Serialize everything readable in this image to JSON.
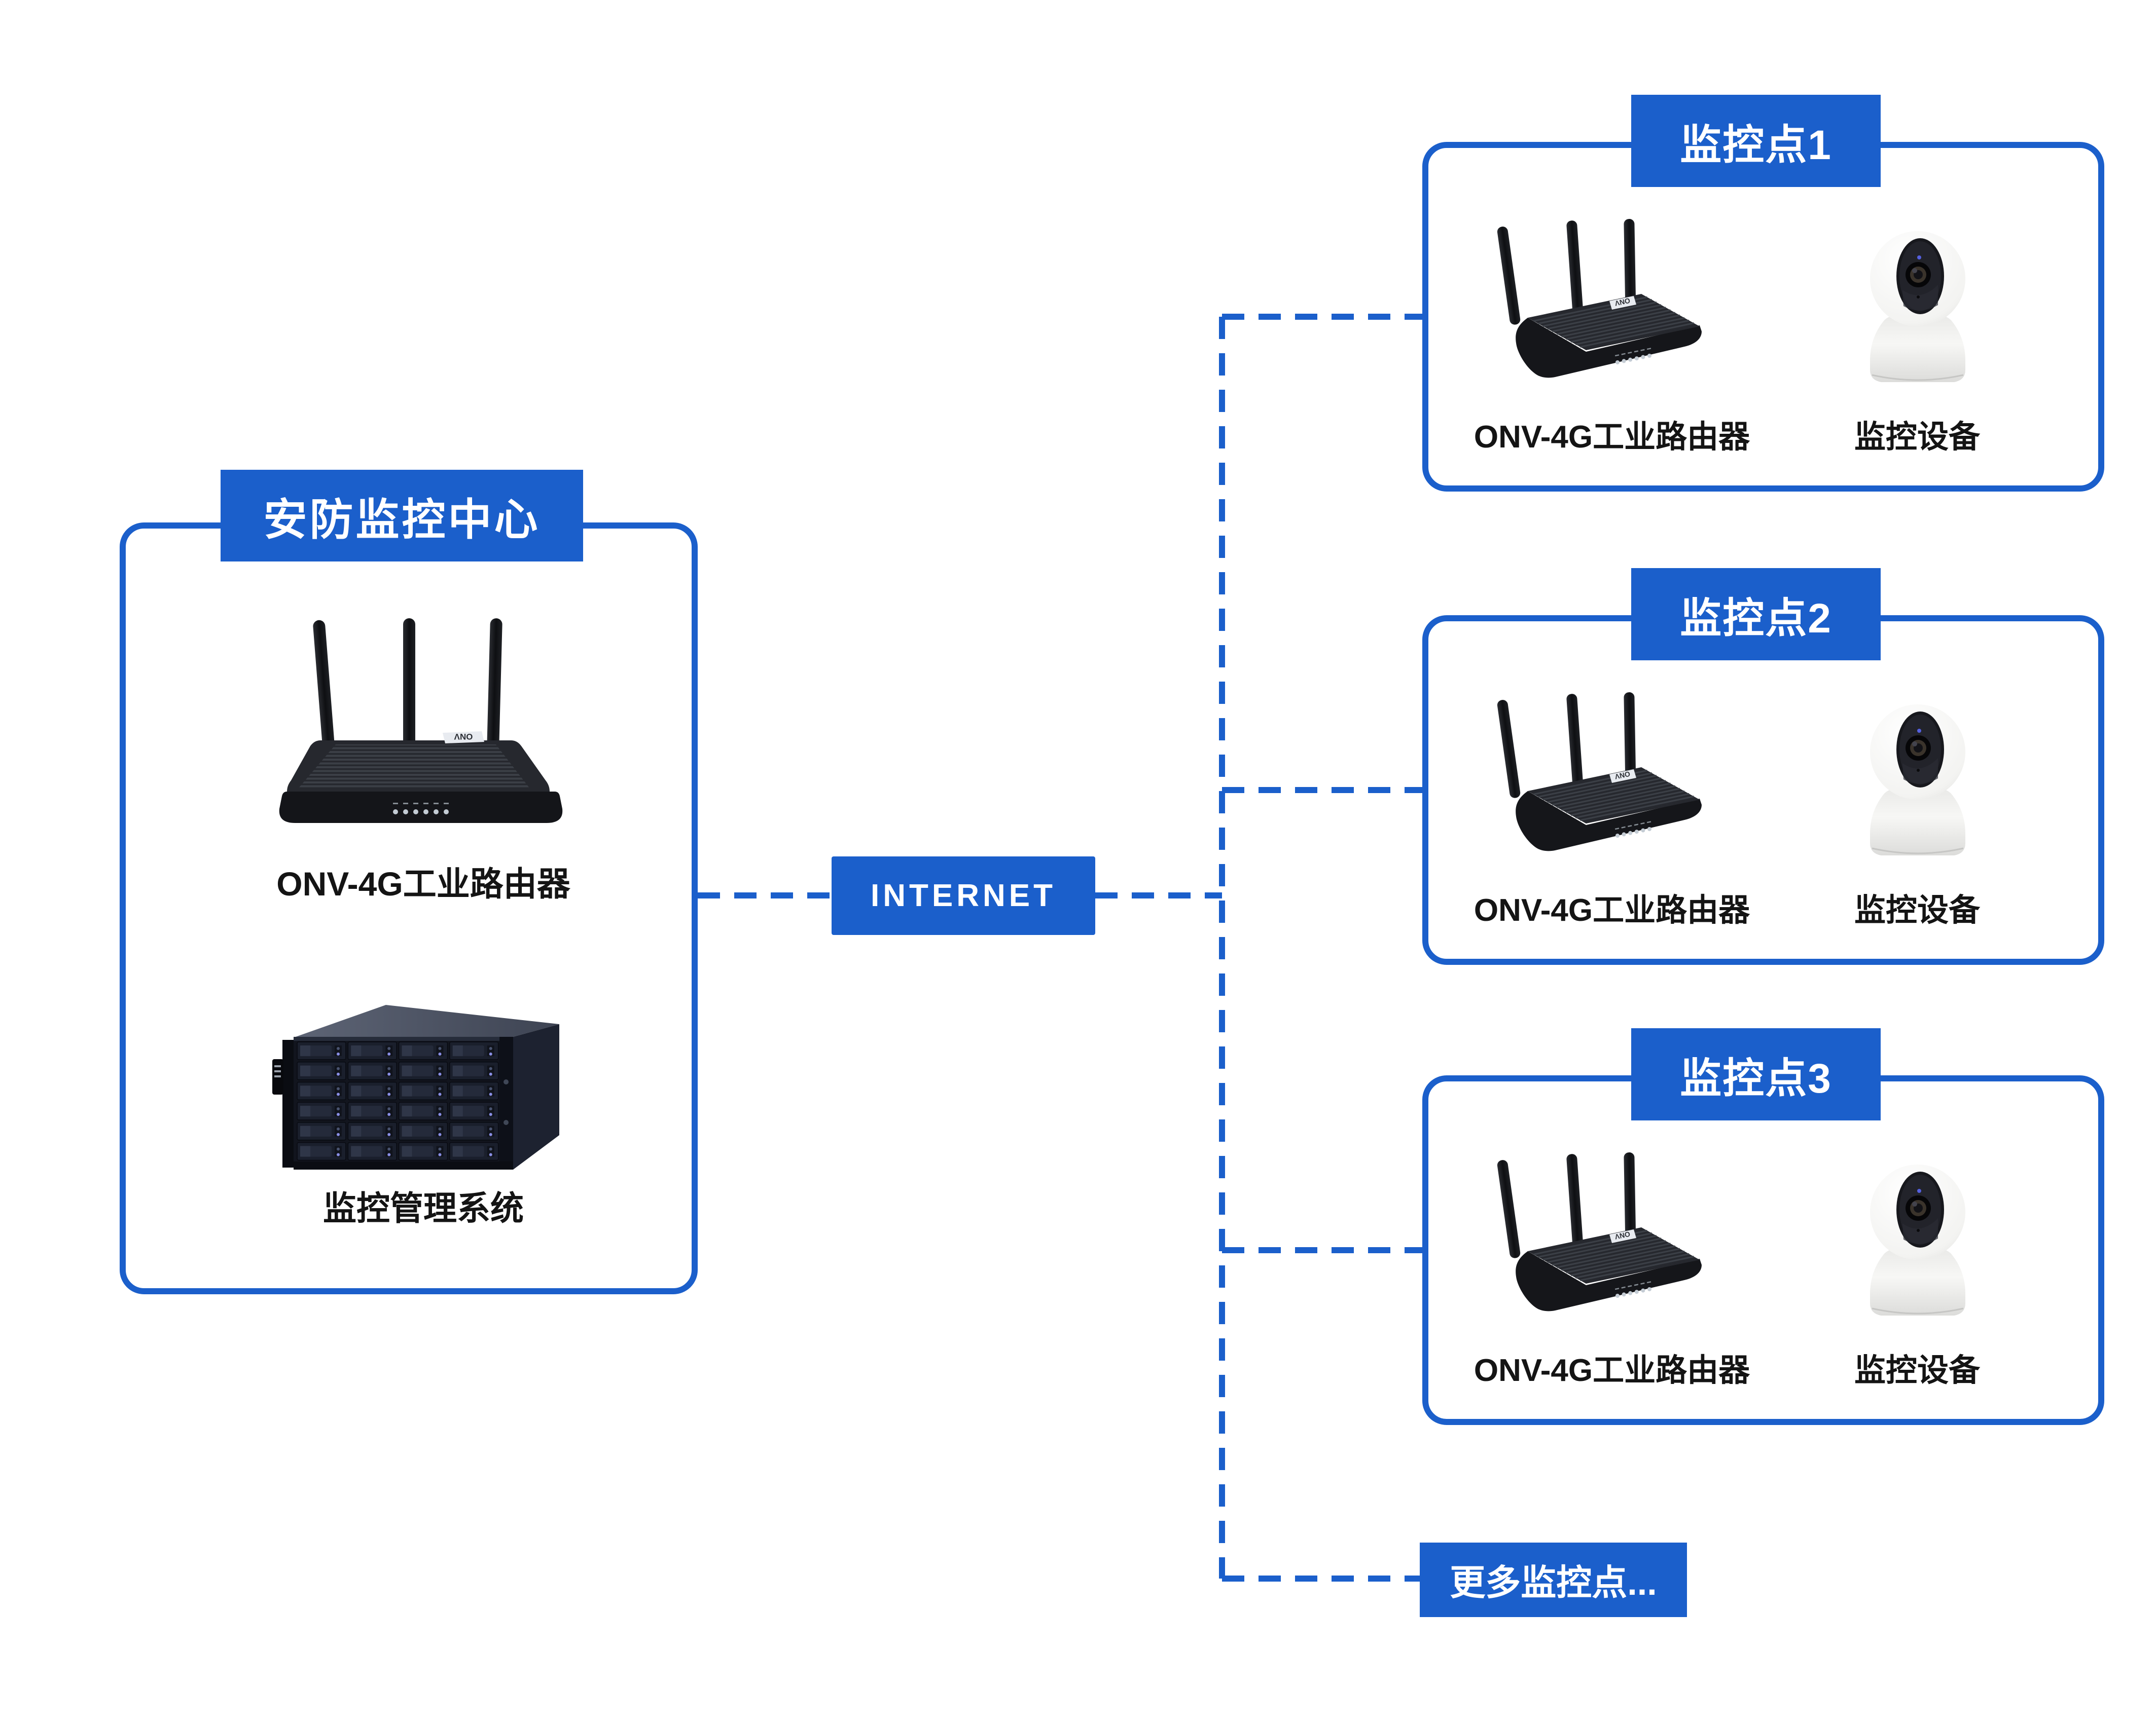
{
  "colors": {
    "accent": "#1B5FCB",
    "label": "#141414",
    "badge_text": "#FFFFFF"
  },
  "center_box": {
    "title": "安防监控中心",
    "router_label": "ONV-4G工业路由器",
    "server_label": "监控管理系统"
  },
  "internet": {
    "label": "INTERNET"
  },
  "sites": [
    {
      "title": "监控点1",
      "router_label": "ONV-4G工业路由器",
      "camera_label": "监控设备"
    },
    {
      "title": "监控点2",
      "router_label": "ONV-4G工业路由器",
      "camera_label": "监控设备"
    },
    {
      "title": "监控点3",
      "router_label": "ONV-4G工业路由器",
      "camera_label": "监控设备"
    }
  ],
  "more_badge": {
    "label": "更多监控点..."
  },
  "devices": {
    "router_icon": "4g-industrial-router",
    "camera_icon": "ptz-camera",
    "server_icon": "storage-server",
    "router_logo": "ONV"
  }
}
